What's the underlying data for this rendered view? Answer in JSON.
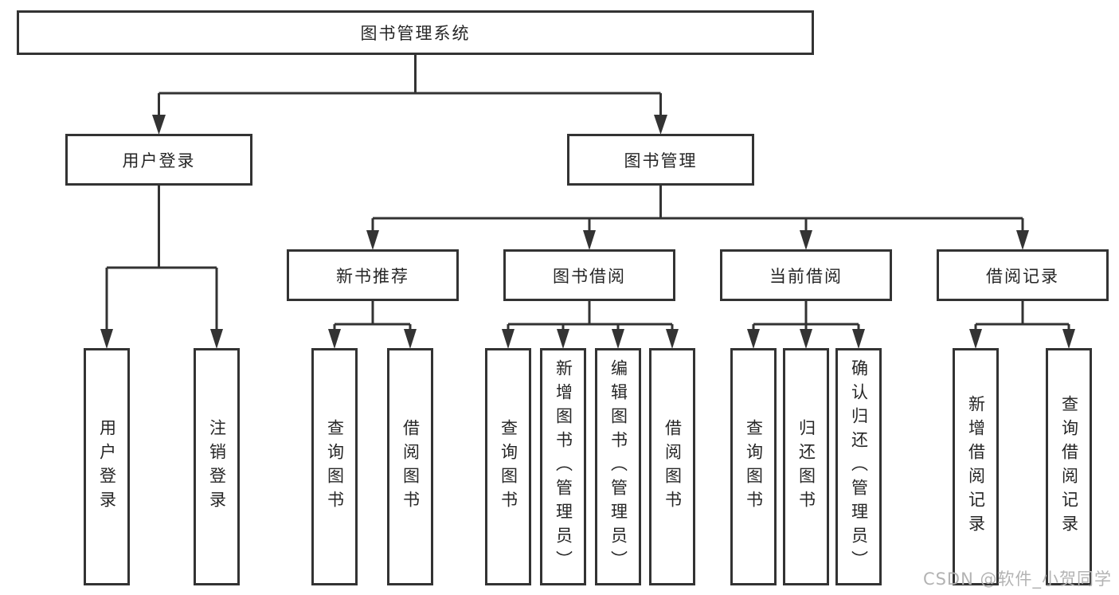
{
  "colors": {
    "line": "#333333",
    "text": "#262626",
    "background": "#ffffff",
    "watermark": "#b3b3b3"
  },
  "diagram": {
    "root": {
      "label": "图书管理系统"
    },
    "level2": {
      "user_login": {
        "label": "用户登录"
      },
      "book_management": {
        "label": "图书管理"
      }
    },
    "level3": {
      "new_book_recommend": {
        "label": "新书推荐"
      },
      "book_borrow": {
        "label": "图书借阅"
      },
      "current_borrow": {
        "label": "当前借阅"
      },
      "borrow_record": {
        "label": "借阅记录"
      }
    },
    "leaves": {
      "user_login": [
        "用户登录",
        "注销登录"
      ],
      "new_book_recommend": [
        "查询图书",
        "借阅图书"
      ],
      "book_borrow": [
        "查询图书",
        "新增图书（管理员）",
        "编辑图书（管理员）",
        "借阅图书"
      ],
      "current_borrow": [
        "查询图书",
        "归还图书",
        "确认归还（管理员）"
      ],
      "borrow_record": [
        "新增借阅记录",
        "查询借阅记录"
      ]
    }
  },
  "watermark": {
    "text": "CSDN @软件_小贺同学"
  }
}
